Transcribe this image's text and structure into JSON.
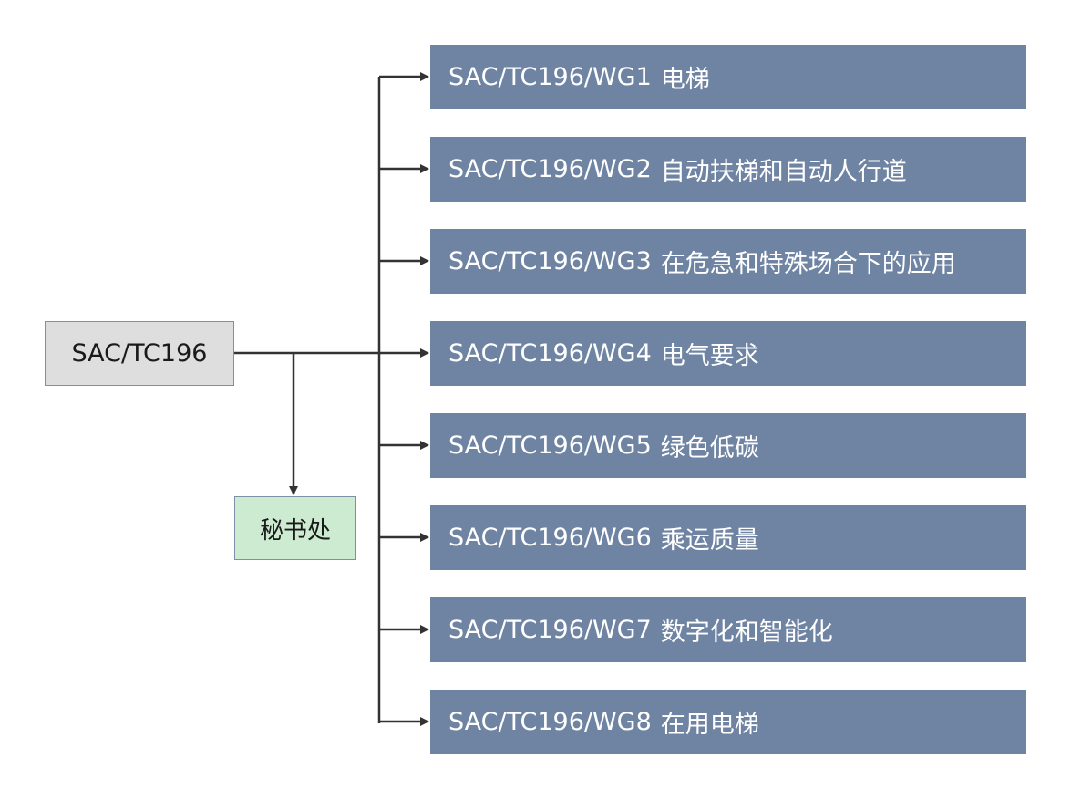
{
  "colors": {
    "root_fill": "#dedede",
    "secretariat_fill": "#cdebd0",
    "wg_fill": "#6f84a3",
    "connector": "#333333"
  },
  "root": {
    "label": "SAC/TC196"
  },
  "secretariat": {
    "label": "秘书处"
  },
  "working_groups": [
    {
      "code": "SAC/TC196/WG1",
      "name": "电梯"
    },
    {
      "code": "SAC/TC196/WG2",
      "name": "自动扶梯和自动人行道"
    },
    {
      "code": "SAC/TC196/WG3",
      "name": "在危急和特殊场合下的应用"
    },
    {
      "code": "SAC/TC196/WG4",
      "name": "电气要求"
    },
    {
      "code": "SAC/TC196/WG5",
      "name": "绿色低碳"
    },
    {
      "code": "SAC/TC196/WG6",
      "name": "乘运质量"
    },
    {
      "code": "SAC/TC196/WG7",
      "name": "数字化和智能化"
    },
    {
      "code": "SAC/TC196/WG8",
      "name": "在用电梯"
    }
  ]
}
